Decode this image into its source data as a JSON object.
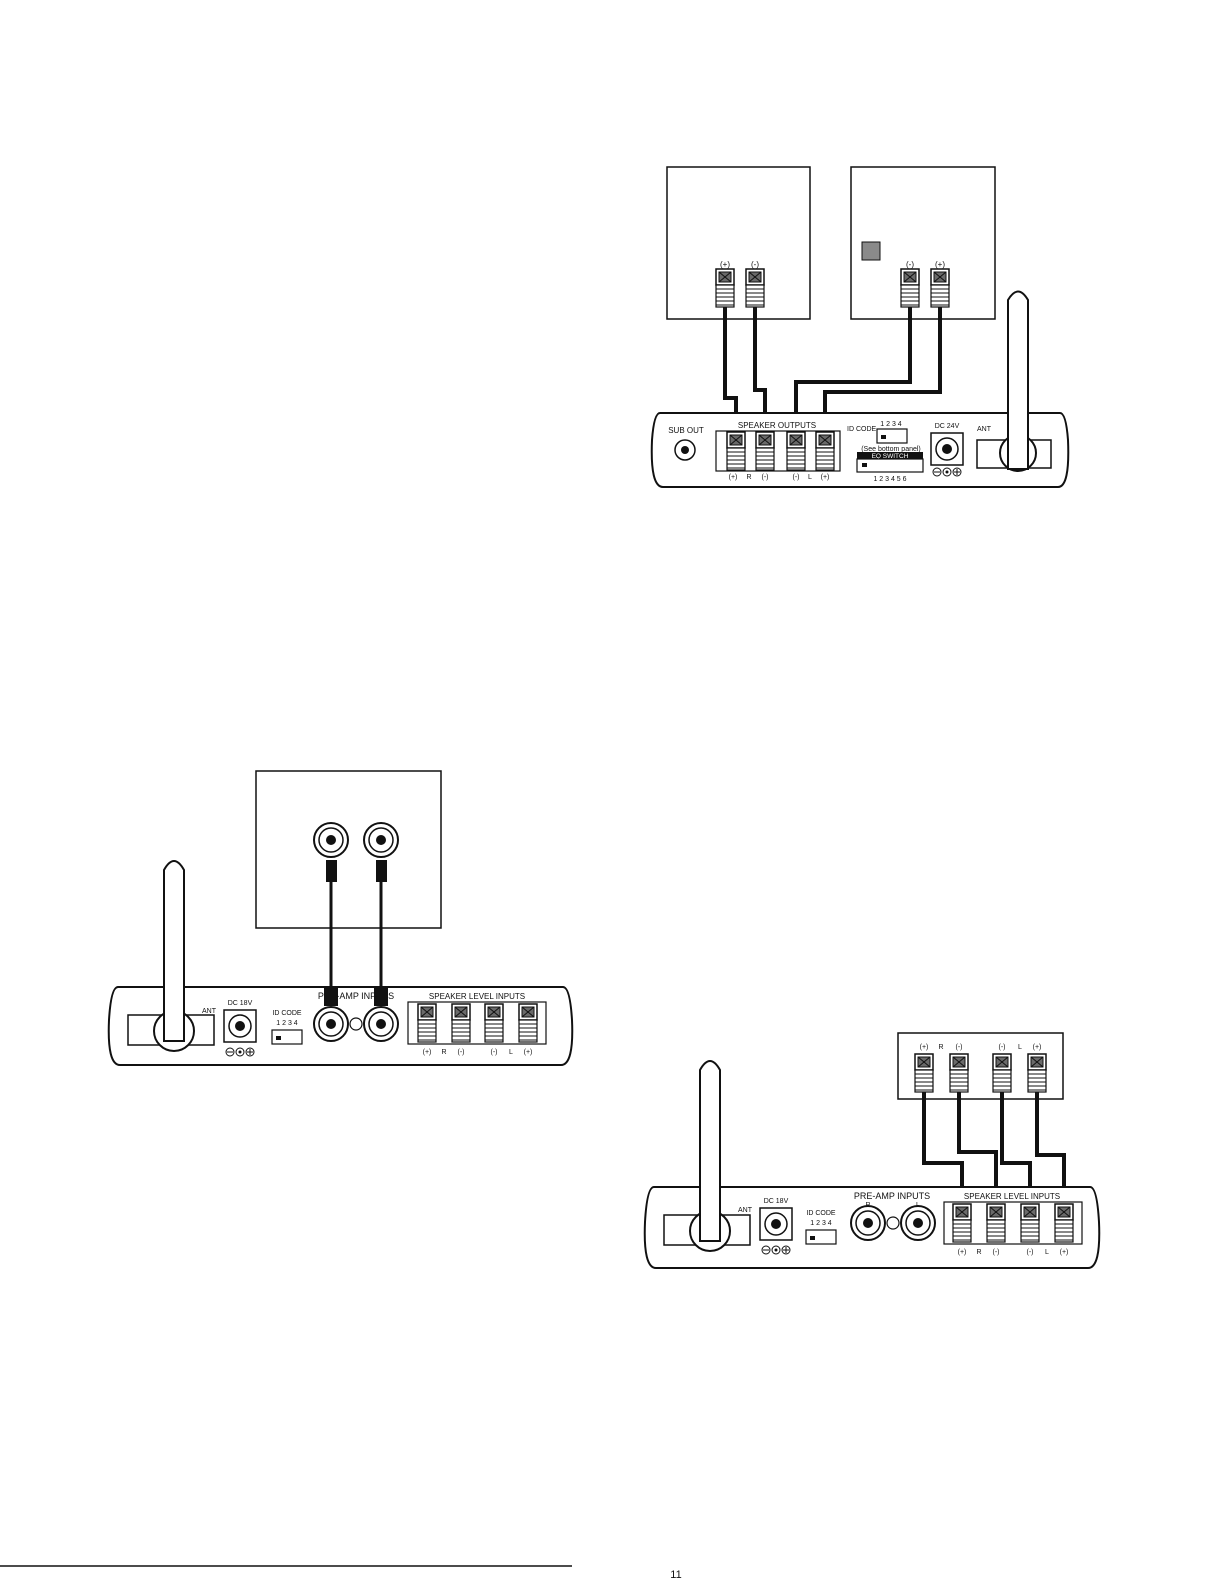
{
  "colors": {
    "ink": "#111111",
    "paper": "#ffffff",
    "fill_gray": "#8a8a8a",
    "terminal": "#6a6a6a"
  },
  "diagram_top": {
    "speakers": {
      "right": {
        "plus": "(+)",
        "minus": "(-)"
      },
      "left": {
        "minus": "(-)",
        "plus": "(+)"
      }
    },
    "amp": {
      "sub_out": "SUB OUT",
      "speaker_outputs": "SPEAKER OUTPUTS",
      "outputs_bottom": [
        "(+)",
        "R",
        "(-)",
        "(-)",
        "L",
        "(+)"
      ],
      "id_code": "ID CODE",
      "id_digits": "1 2 3 4",
      "see_bottom": "(See bottom panel)",
      "eq_switch": "EQ SWITCH",
      "eq_digits": "1  2  3  4  5  6",
      "dc": "DC 24V",
      "ant": "ANT"
    }
  },
  "diagram_left": {
    "amp": {
      "ant": "ANT",
      "dc": "DC 18V",
      "id_code": "ID CODE",
      "id_digits": "1 2 3 4",
      "preamp": "PRE-AMP INPUTS",
      "speaker_level": "SPEAKER LEVEL  INPUTS",
      "inputs_bottom": [
        "(+)",
        "R",
        "(-)",
        "(-)",
        "L",
        "(+)"
      ]
    }
  },
  "diagram_bottom": {
    "source": {
      "top_labels": [
        "(+)",
        "R",
        "(-)",
        "(-)",
        "L",
        "(+)"
      ]
    },
    "amp": {
      "ant": "ANT",
      "dc": "DC 18V",
      "id_code": "ID CODE",
      "id_digits": "1 2 3 4",
      "preamp": "PRE-AMP INPUTS",
      "r": "R",
      "l": "L",
      "speaker_level": "SPEAKER LEVEL  INPUTS",
      "inputs_bottom": [
        "(+)",
        "R",
        "(-)",
        "(-)",
        "L",
        "(+)"
      ]
    }
  },
  "footer": {
    "page_number": "11"
  }
}
